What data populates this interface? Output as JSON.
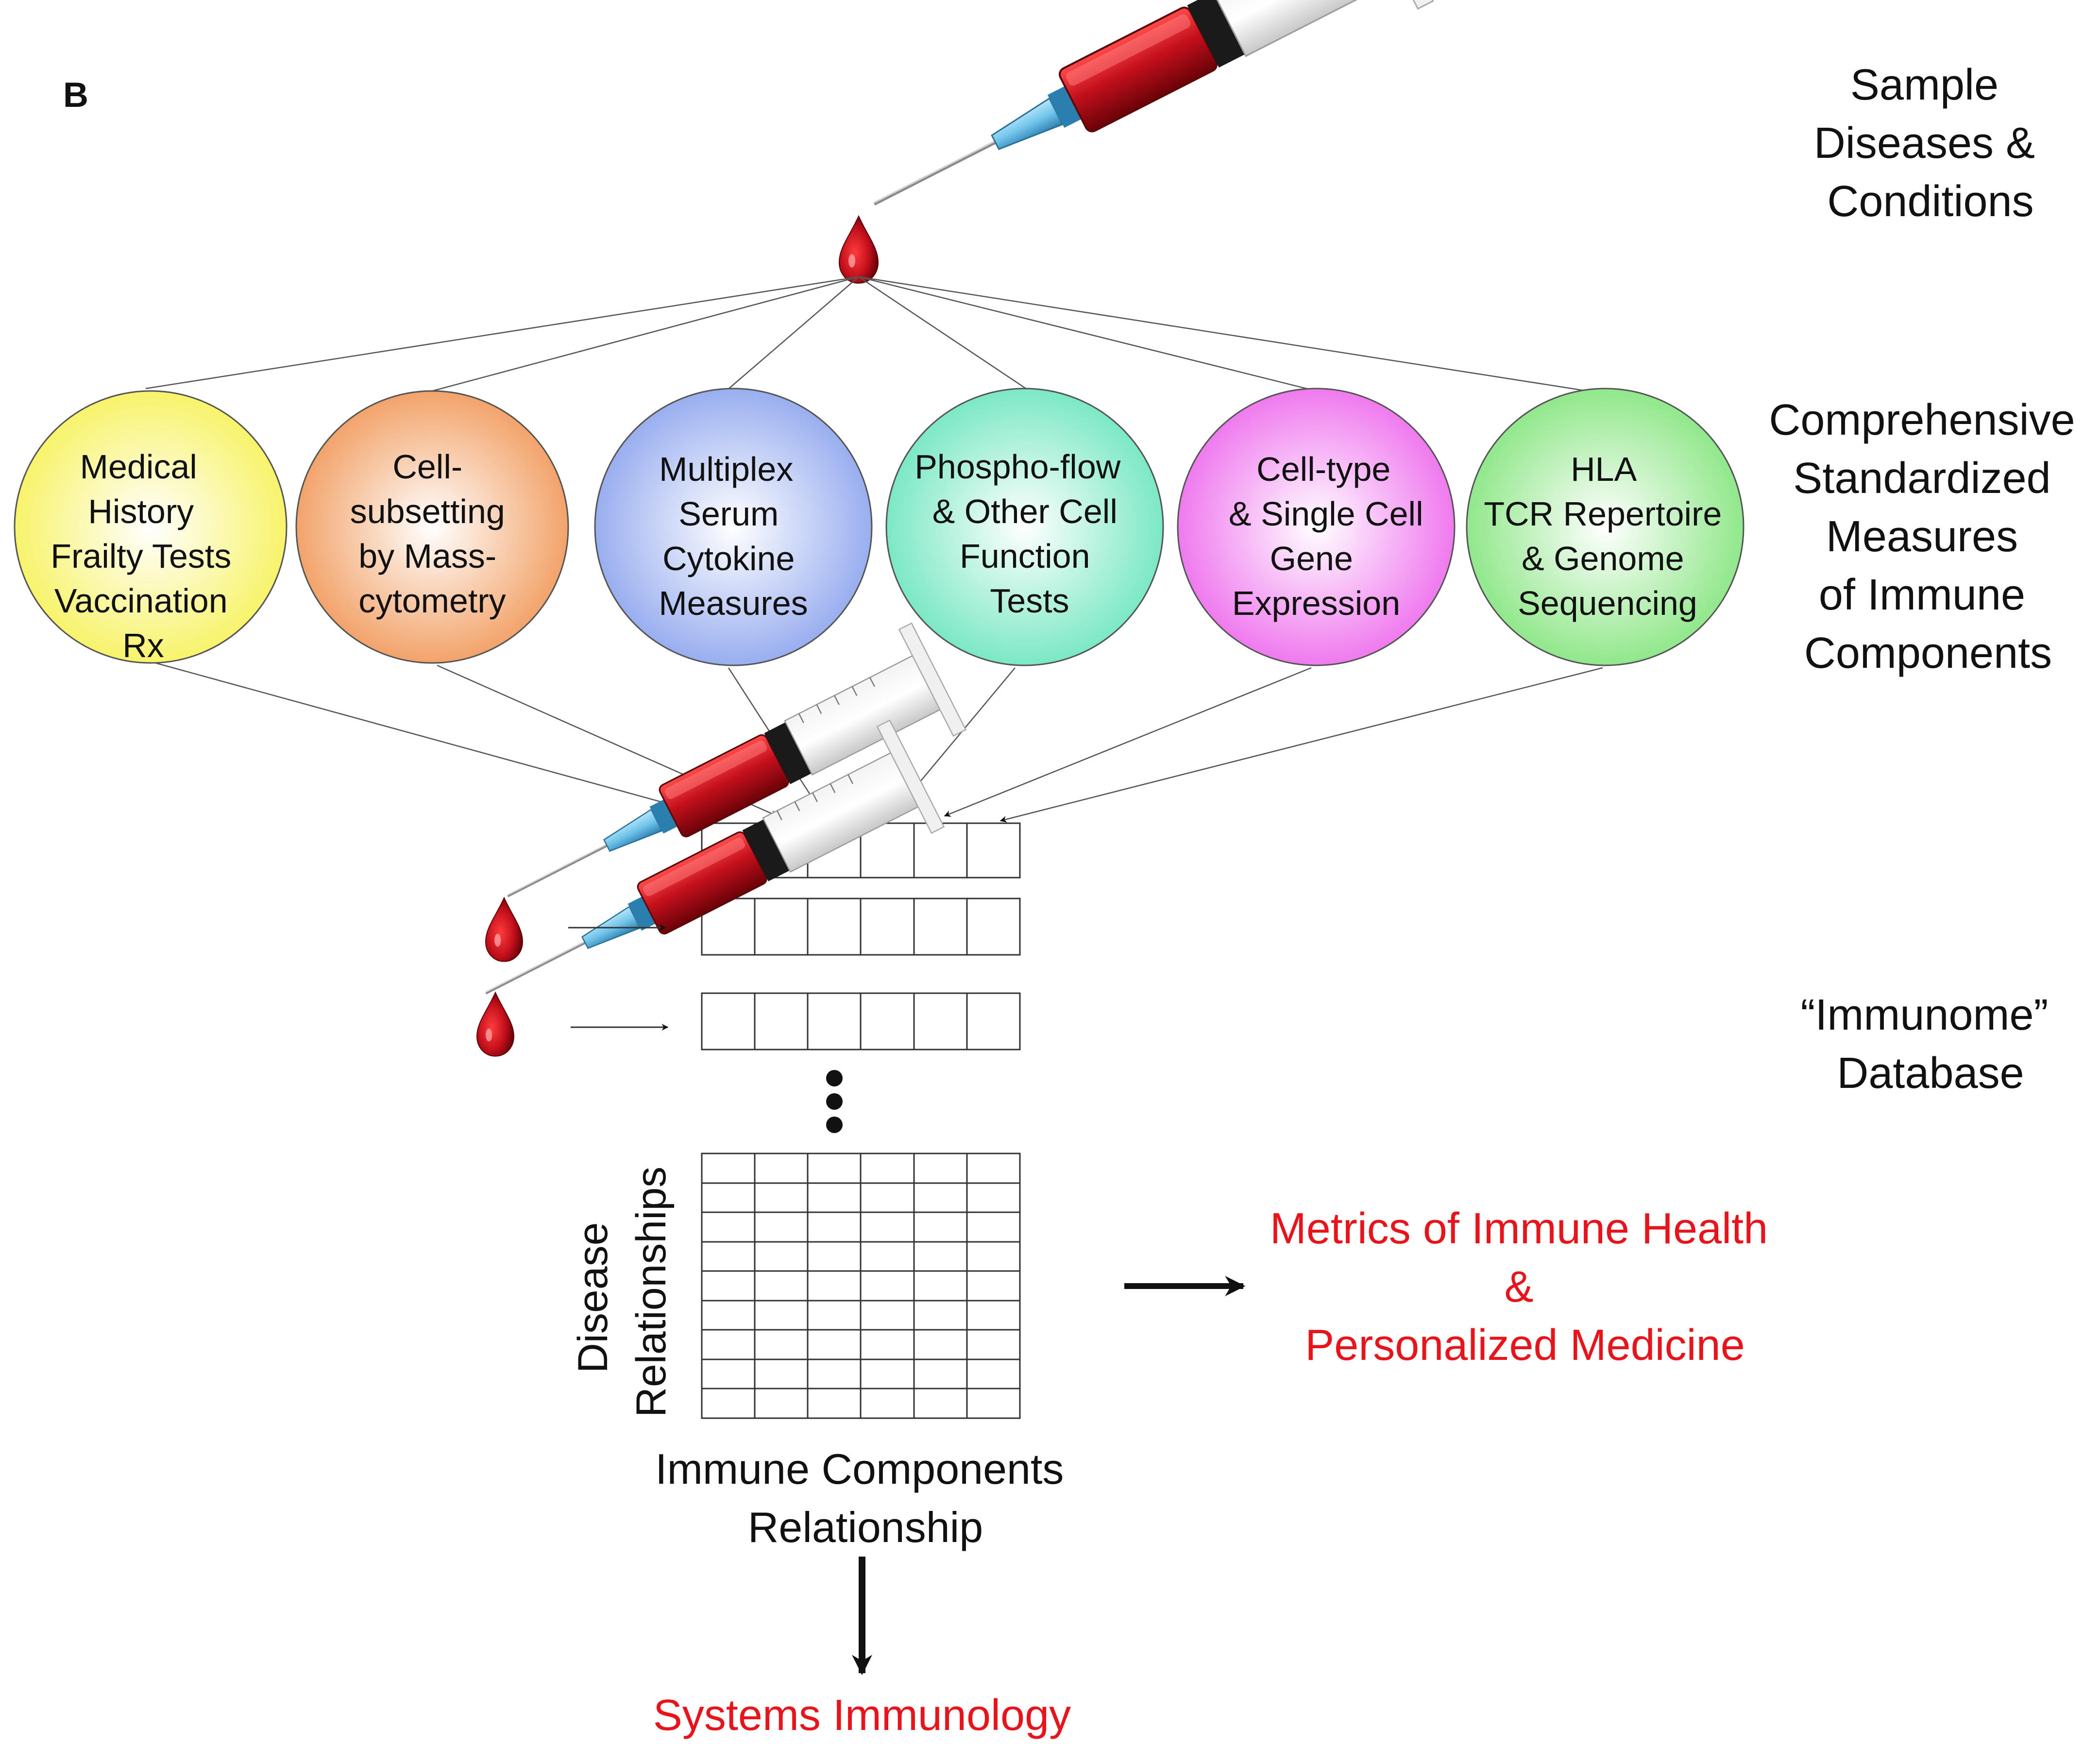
{
  "panel_label": "B",
  "side_labels": {
    "sample": [
      "Sample",
      "Diseases &",
      "Conditions"
    ],
    "measures": [
      "Comprehensive",
      "Standardized",
      "Measures",
      "of Immune",
      "Components"
    ],
    "database": [
      "“Immunome”",
      "Database"
    ]
  },
  "measure_circles": [
    {
      "lines": [
        "Medical",
        "History",
        "Frailty Tests",
        "Vaccination",
        "Rx"
      ],
      "color": "#f7f25c"
    },
    {
      "lines": [
        "Cell-",
        "subsetting",
        "by Mass-",
        "cytometry"
      ],
      "color": "#f19a5b"
    },
    {
      "lines": [
        "Multiplex",
        "Serum",
        "Cytokine",
        "Measures"
      ],
      "color": "#8fa6ee"
    },
    {
      "lines": [
        "Phospho-flow",
        "& Other Cell",
        "Function",
        "Tests"
      ],
      "color": "#6ee6bf"
    },
    {
      "lines": [
        "Cell-type",
        "& Single Cell",
        "Gene",
        "Expression"
      ],
      "color": "#ee6ced"
    },
    {
      "lines": [
        "HLA",
        "TCR Repertoire",
        "& Genome",
        "Sequencing"
      ],
      "color": "#86e57f"
    }
  ],
  "matrix_labels": {
    "y_axis": [
      "Disease",
      "Relationships"
    ],
    "x_axis": [
      "Immune Components",
      "Relationship"
    ]
  },
  "outcomes": {
    "metrics": [
      "Metrics of Immune Health",
      "&",
      "Personalized Medicine"
    ],
    "systems": "Systems Immunology"
  },
  "colors": {
    "outcome_red": "#e8141b",
    "blood": "#c4101c",
    "needle_hub": "#6fc3ea"
  },
  "icons": [
    "syringe-icon",
    "blood-drop-icon",
    "arrow-icon",
    "ellipsis-dots-icon"
  ]
}
